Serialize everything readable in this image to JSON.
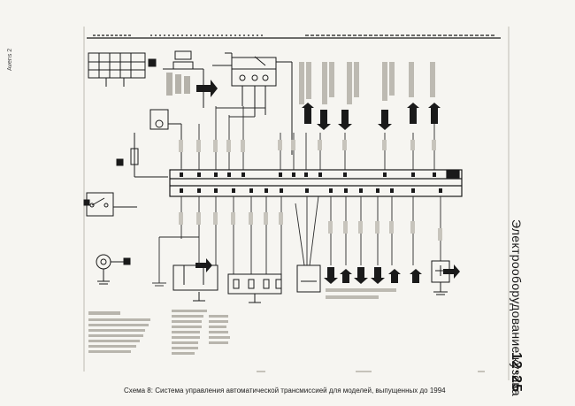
{
  "page": {
    "side_label_left": "Avens 2",
    "side_title": "Электрооборудование кузова",
    "page_number": "12·25",
    "caption": "Схема 8: Система управления автоматической трансмиссией   для моделей, выпущенных до 1994"
  },
  "colors": {
    "ink": "#1a1a1a",
    "paper": "#f6f5f1",
    "wire": "#2a2a2a"
  }
}
